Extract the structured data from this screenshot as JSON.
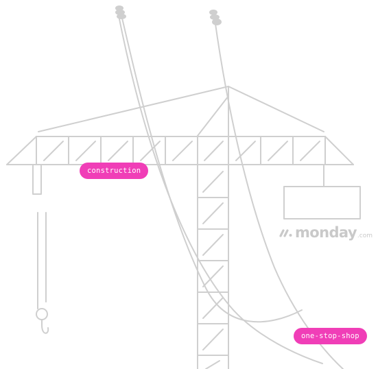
{
  "colors": {
    "line": "#cfcfcf",
    "accent": "#f03eb7",
    "logo": "#c9c9c9",
    "background": "#ffffff"
  },
  "tags": {
    "construction": "construction",
    "one_stop_shop": "one-stop-shop"
  },
  "logo": {
    "icon": "monday-logo-mark-icon",
    "word": "monday",
    "tld": ".com"
  }
}
